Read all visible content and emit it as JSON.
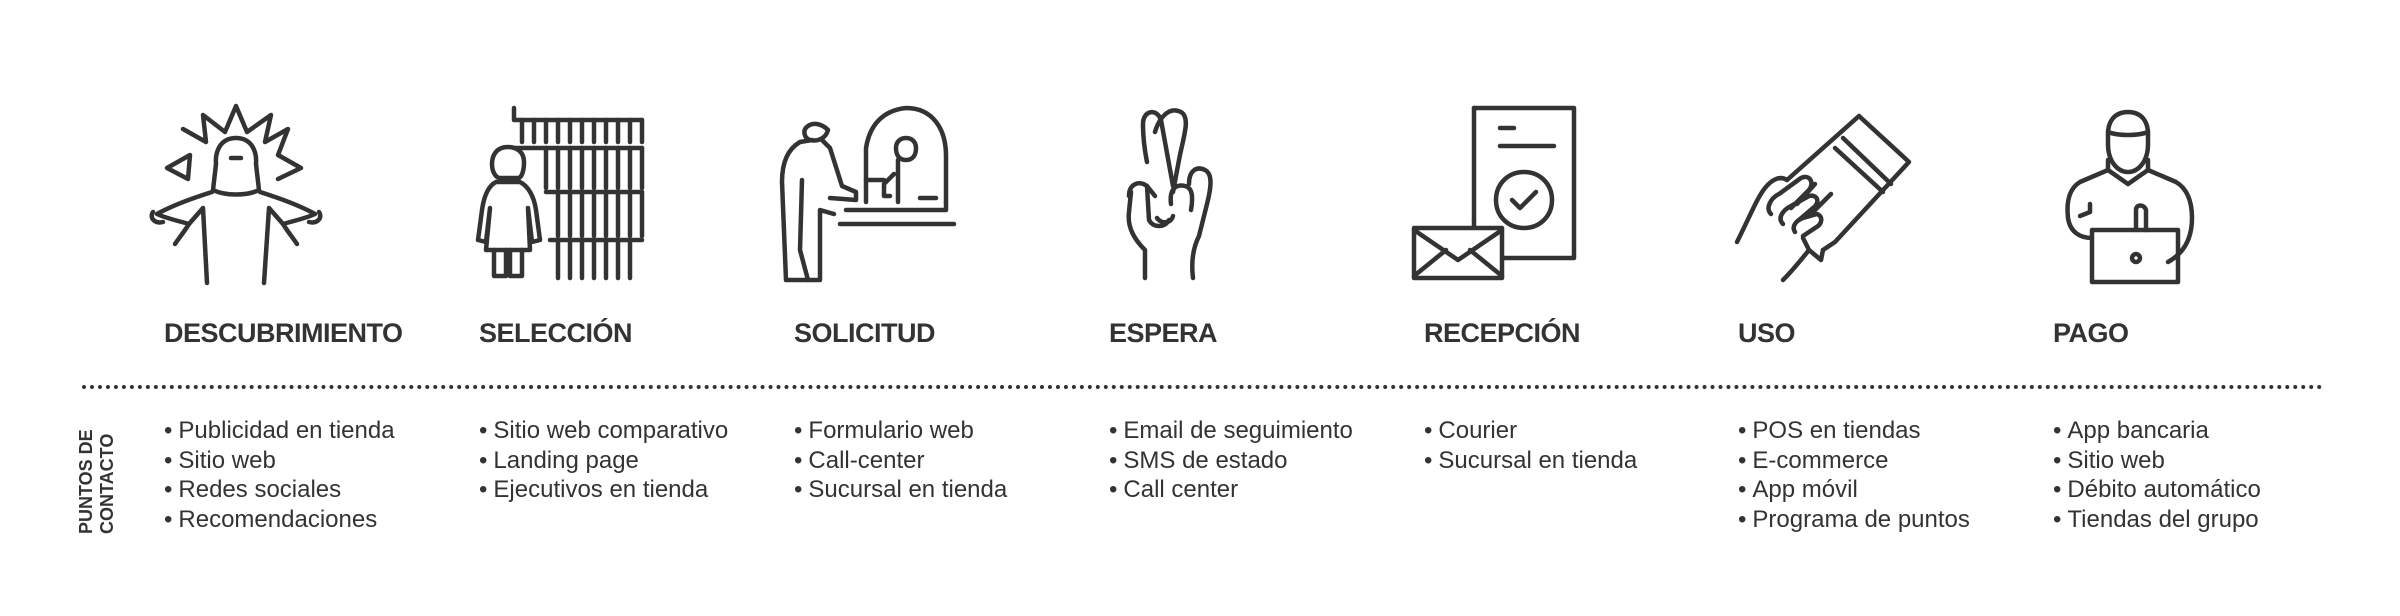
{
  "side_label": {
    "line1": "PUNTOS DE",
    "line2": "CONTACTO"
  },
  "stages": [
    {
      "title": "DESCUBRIMIENTO",
      "icon": "surprised-person-icon",
      "touchpoints": [
        "Publicidad en tienda",
        "Sitio web",
        "Redes sociales",
        "Recomendaciones"
      ]
    },
    {
      "title": "SELECCIÓN",
      "icon": "person-at-shelves-icon",
      "touchpoints": [
        "Sitio web comparativo",
        "Landing page",
        "Ejecutivos en tienda"
      ]
    },
    {
      "title": "SOLICITUD",
      "icon": "customer-at-counter-icon",
      "touchpoints": [
        "Formulario web",
        "Call-center",
        "Sucursal en tienda"
      ]
    },
    {
      "title": "ESPERA",
      "icon": "crossed-fingers-icon",
      "touchpoints": [
        "Email de seguimiento",
        "SMS de estado",
        "Call center"
      ]
    },
    {
      "title": "RECEPCIÓN",
      "icon": "envelope-document-check-icon",
      "touchpoints": [
        "Courier",
        "Sucursal en tienda"
      ]
    },
    {
      "title": "USO",
      "icon": "hand-holding-card-icon",
      "touchpoints": [
        "POS en tiendas",
        "E-commerce",
        "App móvil",
        "Programa de puntos"
      ]
    },
    {
      "title": "PAGO",
      "icon": "person-with-laptop-icon",
      "touchpoints": [
        "App bancaria",
        "Sitio web",
        "Débito automático",
        "Tiendas del grupo"
      ]
    }
  ],
  "colors": {
    "ink": "#333333",
    "background": "#ffffff"
  }
}
